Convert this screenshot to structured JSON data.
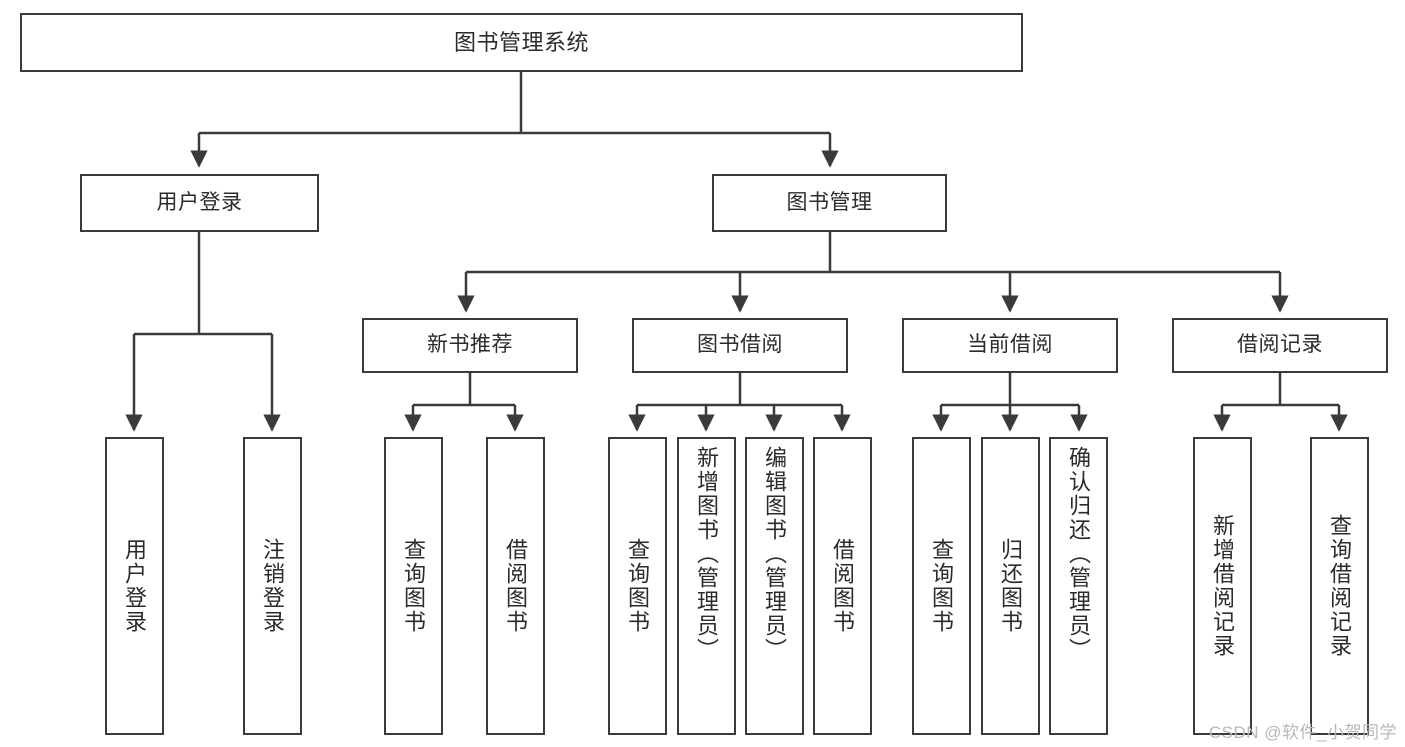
{
  "diagram": {
    "title": "图书管理系统",
    "type": "tree-hierarchy",
    "root": {
      "id": "root",
      "label": "图书管理系统"
    },
    "level2": [
      {
        "id": "user-login",
        "label": "用户登录"
      },
      {
        "id": "book-manage",
        "label": "图书管理"
      }
    ],
    "level3": [
      {
        "id": "new-book-recommend",
        "label": "新书推荐",
        "parent": "book-manage"
      },
      {
        "id": "book-borrow",
        "label": "图书借阅",
        "parent": "book-manage"
      },
      {
        "id": "current-borrow",
        "label": "当前借阅",
        "parent": "book-manage"
      },
      {
        "id": "borrow-record",
        "label": "借阅记录",
        "parent": "book-manage"
      }
    ],
    "leaves": [
      {
        "id": "leaf-user-login",
        "label": "用户登录",
        "parent": "user-login"
      },
      {
        "id": "leaf-logout",
        "label": "注销登录",
        "parent": "user-login"
      },
      {
        "id": "leaf-query-book-1",
        "label": "查询图书",
        "parent": "new-book-recommend"
      },
      {
        "id": "leaf-borrow-book-1",
        "label": "借阅图书",
        "parent": "new-book-recommend"
      },
      {
        "id": "leaf-query-book-2",
        "label": "查询图书",
        "parent": "book-borrow"
      },
      {
        "id": "leaf-add-book",
        "label": "新增图书（管理员）",
        "parent": "book-borrow"
      },
      {
        "id": "leaf-edit-book",
        "label": "编辑图书（管理员）",
        "parent": "book-borrow"
      },
      {
        "id": "leaf-borrow-book-2",
        "label": "借阅图书",
        "parent": "book-borrow"
      },
      {
        "id": "leaf-query-book-3",
        "label": "查询图书",
        "parent": "current-borrow"
      },
      {
        "id": "leaf-return-book",
        "label": "归还图书",
        "parent": "current-borrow"
      },
      {
        "id": "leaf-confirm-return",
        "label": "确认归还（管理员）",
        "parent": "current-borrow"
      },
      {
        "id": "leaf-add-record",
        "label": "新增借阅记录",
        "parent": "borrow-record"
      },
      {
        "id": "leaf-query-record",
        "label": "查询借阅记录",
        "parent": "borrow-record"
      }
    ],
    "colors": {
      "stroke": "#3a3a3a",
      "background": "#ffffff",
      "text": "#2b2b2b",
      "watermark": "#b8b8b8"
    }
  },
  "watermark": {
    "text": "CSDN @软件_小贺同学"
  }
}
